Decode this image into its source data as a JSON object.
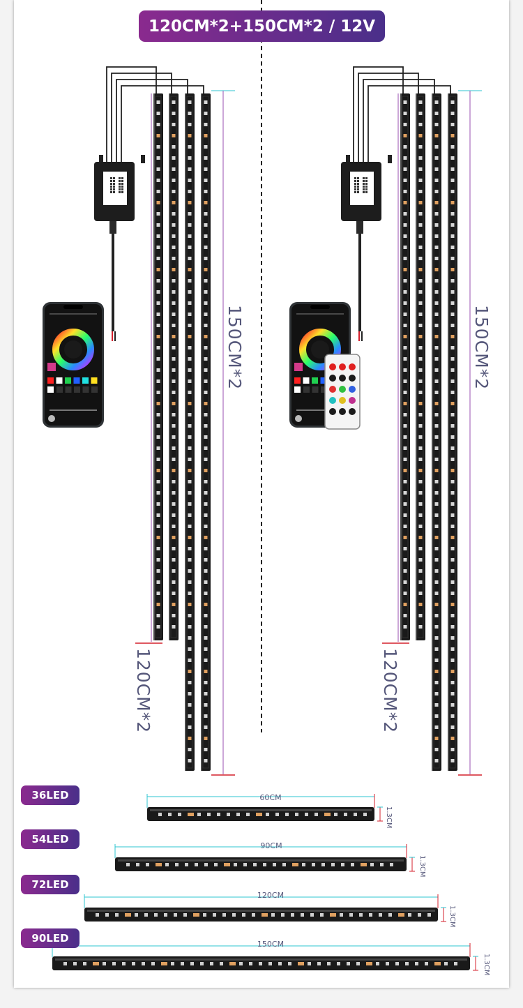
{
  "header": {
    "title": "120CM*2+150CM*2 / 12V"
  },
  "kits": [
    {
      "label_150": "150CM*2",
      "label_120": "120CM*2",
      "has_remote": false
    },
    {
      "label_150": "150CM*2",
      "label_120": "120CM*2",
      "has_remote": true
    }
  ],
  "strip_specs": [
    {
      "led_label": "36LED",
      "length_label": "60CM",
      "width_label": "1.3CM"
    },
    {
      "led_label": "54LED",
      "length_label": "90CM",
      "width_label": "1.3CM"
    },
    {
      "led_label": "72LED",
      "length_label": "120CM",
      "width_label": "1.3CM"
    },
    {
      "led_label": "90LED",
      "length_label": "150CM",
      "width_label": "1.3CM"
    }
  ],
  "colors": {
    "pill_start": "#8a2a8e",
    "pill_end": "#4a2f8a",
    "measure_cyan": "#2ec4d0",
    "measure_red": "#d4202c",
    "measure_purple": "#9a4fb0",
    "label_text": "#55577a",
    "strip_body": "#1a1a1a",
    "led_amber": "#e0a060"
  }
}
